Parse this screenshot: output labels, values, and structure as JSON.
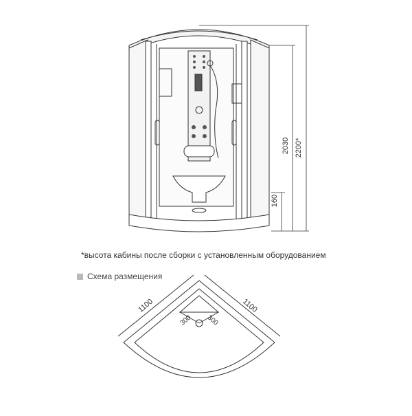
{
  "dimensions": {
    "height_total": "2200*",
    "height_cabin": "2030",
    "height_tray": "160",
    "width_left": "1100",
    "width_right": "1100",
    "corner_left": "300",
    "corner_right": "300"
  },
  "caption": "*высота кабины после сборки с установленным оборудованием",
  "legend": {
    "label": "Схема размещения",
    "swatch_color": "#b9b9b9"
  },
  "colors": {
    "line": "#333333",
    "glass": "#f4f4f4"
  }
}
